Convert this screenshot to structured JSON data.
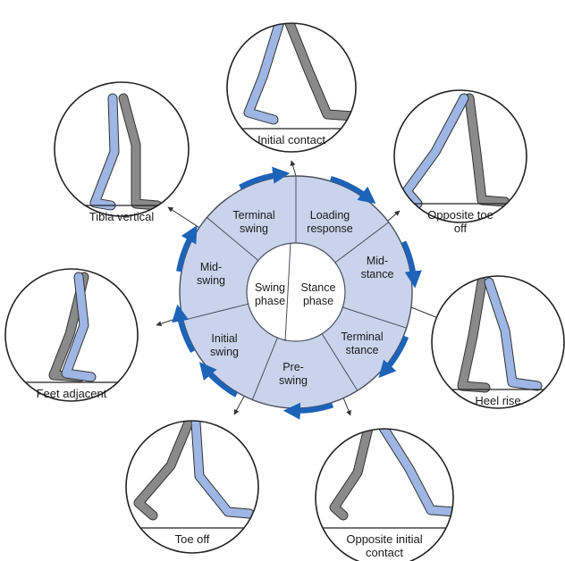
{
  "center": {
    "swing": [
      "Swing",
      "phase"
    ],
    "stance": [
      "Stance",
      "phase"
    ]
  },
  "segments": [
    {
      "id": "terminal-swing",
      "lines": [
        "Terminal",
        "swing"
      ]
    },
    {
      "id": "loading-response",
      "lines": [
        "Loading",
        "response"
      ]
    },
    {
      "id": "mid-stance",
      "lines": [
        "Mid-",
        "stance"
      ]
    },
    {
      "id": "terminal-stance",
      "lines": [
        "Terminal",
        "stance"
      ]
    },
    {
      "id": "pre-swing",
      "lines": [
        "Pre-",
        "swing"
      ]
    },
    {
      "id": "initial-swing",
      "lines": [
        "Initial",
        "swing"
      ]
    },
    {
      "id": "mid-swing",
      "lines": [
        "Mid-",
        "swing"
      ]
    }
  ],
  "events": [
    {
      "id": "initial-contact",
      "lines": [
        "Initial contact"
      ]
    },
    {
      "id": "opposite-toe-off",
      "lines": [
        "Opposite toe",
        "off"
      ]
    },
    {
      "id": "heel-rise",
      "lines": [
        "Heel rise"
      ]
    },
    {
      "id": "opposite-initial-contact",
      "lines": [
        "Opposite initial",
        "contact"
      ]
    },
    {
      "id": "toe-off",
      "lines": [
        "Toe off"
      ]
    },
    {
      "id": "feet-adjacent",
      "lines": [
        "Feet adjacent"
      ]
    },
    {
      "id": "tibia-vertical",
      "lines": [
        "Tibia vertical"
      ]
    }
  ],
  "colors": {
    "ring": "#c9d4ec",
    "ring_stroke": "#4a4f5c",
    "arrow": "#1d63b8",
    "leg_blue": "#9db6e3",
    "leg_gray": "#8a8a8a",
    "frame_fill": "#ffffff",
    "line": "#333333"
  }
}
